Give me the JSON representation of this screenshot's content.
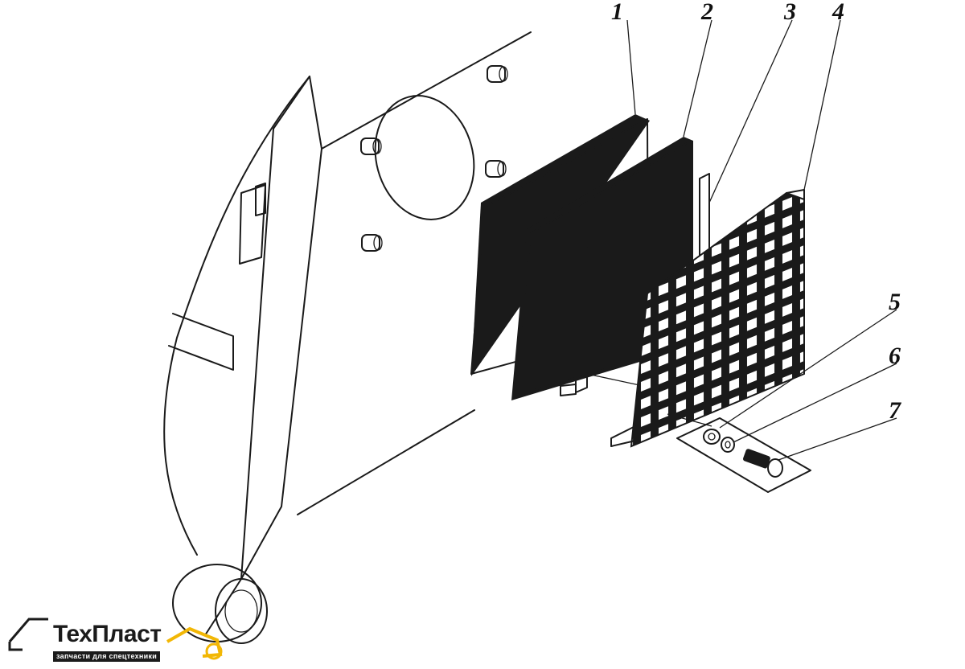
{
  "callouts": [
    {
      "id": "1",
      "label": "1"
    },
    {
      "id": "2",
      "label": "2"
    },
    {
      "id": "3",
      "label": "3"
    },
    {
      "id": "4",
      "label": "4"
    },
    {
      "id": "5",
      "label": "5"
    },
    {
      "id": "6",
      "label": "6"
    },
    {
      "id": "7",
      "label": "7"
    }
  ],
  "logo": {
    "name": "ТехПласт",
    "tagline": "запчасти для спецтехники",
    "accent_color": "#f2b705",
    "dark_color": "#1b1b1b"
  }
}
